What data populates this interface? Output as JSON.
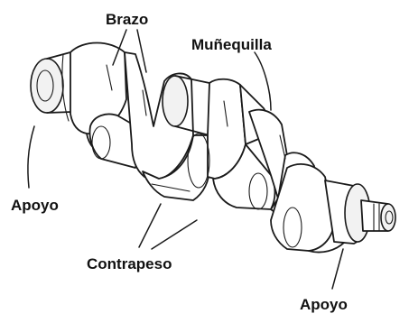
{
  "labels": {
    "brazo": "Brazo",
    "munequilla": "Muñequilla",
    "apoyo_left": "Apoyo",
    "contrapeso": "Contrapeso",
    "apoyo_right": "Apoyo"
  }
}
